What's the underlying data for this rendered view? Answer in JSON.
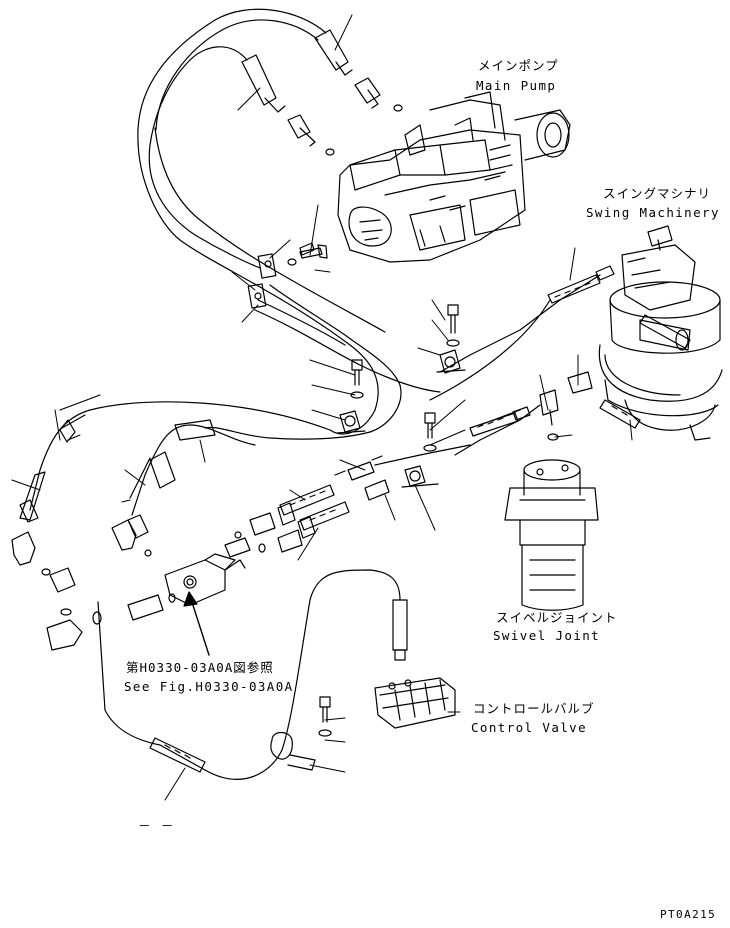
{
  "labels": {
    "main_pump": {
      "jp": "メインポンプ",
      "en": "Main Pump"
    },
    "swing_machinery": {
      "jp": "スイングマシナリ",
      "en": "Swing Machinery"
    },
    "swivel_joint": {
      "jp": "スイベルジョイント",
      "en": "Swivel Joint"
    },
    "control_valve": {
      "jp": "コントロールバルブ",
      "en": "Control Valve"
    },
    "see_fig": {
      "jp": "第H0330-03A0A図参照",
      "en": "See Fig.H0330-03A0A"
    },
    "dash_mark": "－ －",
    "drawing_code": "PT0A215"
  },
  "colors": {
    "line": "#000000",
    "background": "#ffffff"
  }
}
